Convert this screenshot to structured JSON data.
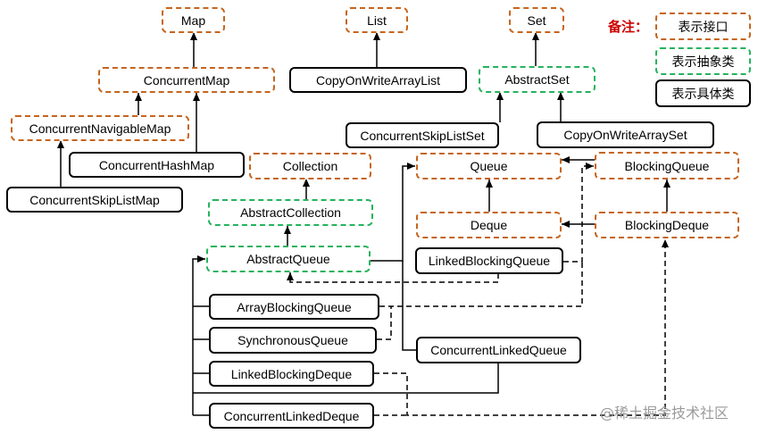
{
  "legend": {
    "title": "备注：",
    "interface": "表示接口",
    "abstract": "表示抽象类",
    "concrete": "表示具体类"
  },
  "watermark": "@稀土掘金技术社区",
  "colors": {
    "interface_border": "#c5651e",
    "abstract_border": "#25b35d",
    "concrete_border": "#000000",
    "legend_text": "#cc0000"
  },
  "nodes": {
    "map": {
      "label": "Map",
      "kind": "interface"
    },
    "list": {
      "label": "List",
      "kind": "interface"
    },
    "set": {
      "label": "Set",
      "kind": "interface"
    },
    "concurrent_map": {
      "label": "ConcurrentMap",
      "kind": "interface"
    },
    "copy_on_write_array_list": {
      "label": "CopyOnWriteArrayList",
      "kind": "concrete"
    },
    "abstract_set": {
      "label": "AbstractSet",
      "kind": "abstract"
    },
    "concurrent_navigable_map": {
      "label": "ConcurrentNavigableMap",
      "kind": "interface"
    },
    "concurrent_skip_list_set": {
      "label": "ConcurrentSkipListSet",
      "kind": "concrete"
    },
    "copy_on_write_array_set": {
      "label": "CopyOnWriteArraySet",
      "kind": "concrete"
    },
    "concurrent_hash_map": {
      "label": "ConcurrentHashMap",
      "kind": "concrete"
    },
    "collection": {
      "label": "Collection",
      "kind": "interface"
    },
    "queue": {
      "label": "Queue",
      "kind": "interface"
    },
    "blocking_queue": {
      "label": "BlockingQueue",
      "kind": "interface"
    },
    "concurrent_skip_list_map": {
      "label": "ConcurrentSkipListMap",
      "kind": "concrete"
    },
    "abstract_collection": {
      "label": "AbstractCollection",
      "kind": "abstract"
    },
    "deque": {
      "label": "Deque",
      "kind": "interface"
    },
    "blocking_deque": {
      "label": "BlockingDeque",
      "kind": "interface"
    },
    "abstract_queue": {
      "label": "AbstractQueue",
      "kind": "abstract"
    },
    "linked_blocking_queue": {
      "label": "LinkedBlockingQueue",
      "kind": "concrete"
    },
    "array_blocking_queue": {
      "label": "ArrayBlockingQueue",
      "kind": "concrete"
    },
    "synchronous_queue": {
      "label": "SynchronousQueue",
      "kind": "concrete"
    },
    "concurrent_linked_queue": {
      "label": "ConcurrentLinkedQueue",
      "kind": "concrete"
    },
    "linked_blocking_deque": {
      "label": "LinkedBlockingDeque",
      "kind": "concrete"
    },
    "concurrent_linked_deque": {
      "label": "ConcurrentLinkedDeque",
      "kind": "concrete"
    }
  }
}
